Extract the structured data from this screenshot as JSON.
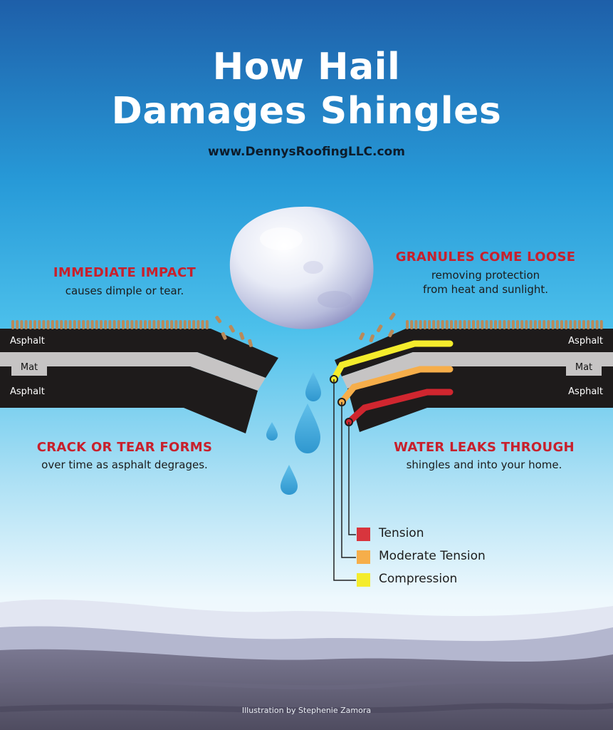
{
  "title_line1": "How Hail",
  "title_line2": "Damages Shingles",
  "website": "www.DennysRoofingLLC.com",
  "callouts": {
    "immediate_impact": {
      "heading": "IMMEDIATE IMPACT",
      "text": "causes dimple or tear."
    },
    "granules_loose": {
      "heading": "GRANULES COME LOOSE",
      "text_line1": "removing protection",
      "text_line2": "from heat and sunlight."
    },
    "crack_tear": {
      "heading": "CRACK OR TEAR FORMS",
      "text": "over time as asphalt degrages."
    },
    "water_leaks": {
      "heading": "WATER LEAKS THROUGH",
      "text": "shingles and into your home."
    }
  },
  "layers": {
    "left": {
      "top": "Asphalt",
      "middle": "Mat",
      "bottom": "Asphalt"
    },
    "right": {
      "top": "Asphalt",
      "middle": "Mat",
      "bottom": "Asphalt"
    }
  },
  "legend": [
    {
      "label": "Tension",
      "color": "#d8353d"
    },
    {
      "label": "Moderate Tension",
      "color": "#f6ae4a"
    },
    {
      "label": "Compression",
      "color": "#f4ec2c"
    }
  ],
  "credit": "Illustration by Stephenie Zamora",
  "colors": {
    "sky_top": "#1e63ad",
    "sky_mid": "#2cb0e4",
    "asphalt": "#1e1b1b",
    "mat": "#c6c4c4",
    "granule": "#b98a5a",
    "water": "#3aa8dc",
    "accent_red": "#c8202c",
    "ground": "#5f5c70"
  }
}
